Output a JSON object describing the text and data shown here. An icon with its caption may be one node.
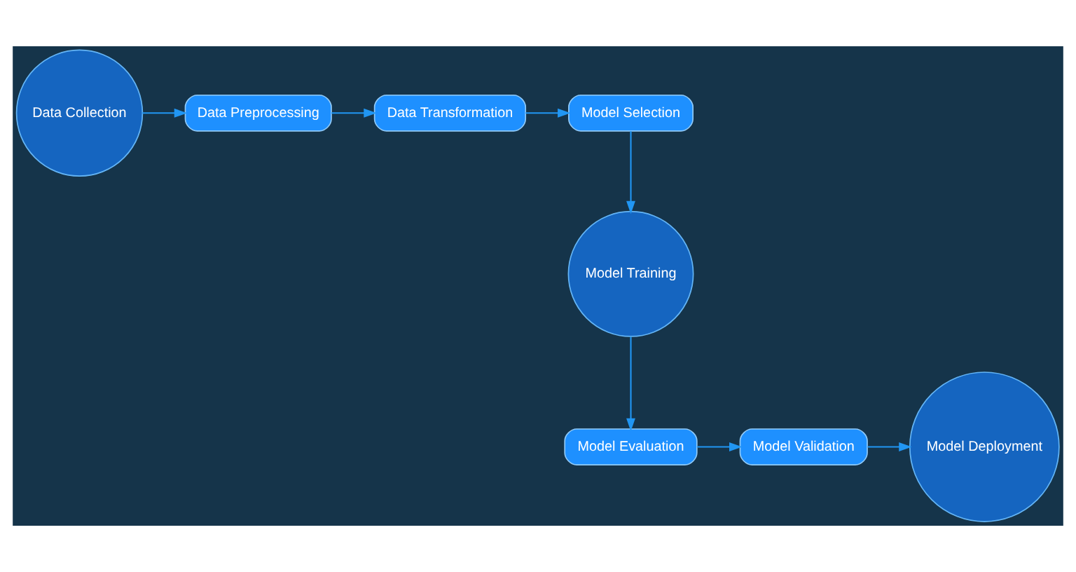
{
  "diagram": {
    "nodes": [
      {
        "text": [
          "Data Collection"
        ]
      },
      {
        "text": [
          "Data Preprocessing"
        ]
      },
      {
        "text": [
          "Data Transformation"
        ]
      },
      {
        "text": [
          "Model Selection"
        ]
      },
      {
        "text": [
          "Model Training"
        ]
      },
      {
        "text": [
          "Model Evaluation"
        ]
      },
      {
        "text": [
          "Model Validation"
        ]
      },
      {
        "text": [
          "Model Deployment"
        ]
      }
    ],
    "edges": [
      {
        "from": 0,
        "to": 1,
        "arrow": "to"
      },
      {
        "from": 1,
        "to": 2,
        "arrow": "to"
      },
      {
        "from": 2,
        "to": 3,
        "arrow": "to"
      },
      {
        "from": 3,
        "to": 4,
        "arrow": "to"
      },
      {
        "from": 4,
        "to": 5,
        "arrow": "to"
      },
      {
        "from": 5,
        "to": 6,
        "arrow": "to"
      },
      {
        "from": 6,
        "to": 7,
        "arrow": "to"
      }
    ]
  }
}
